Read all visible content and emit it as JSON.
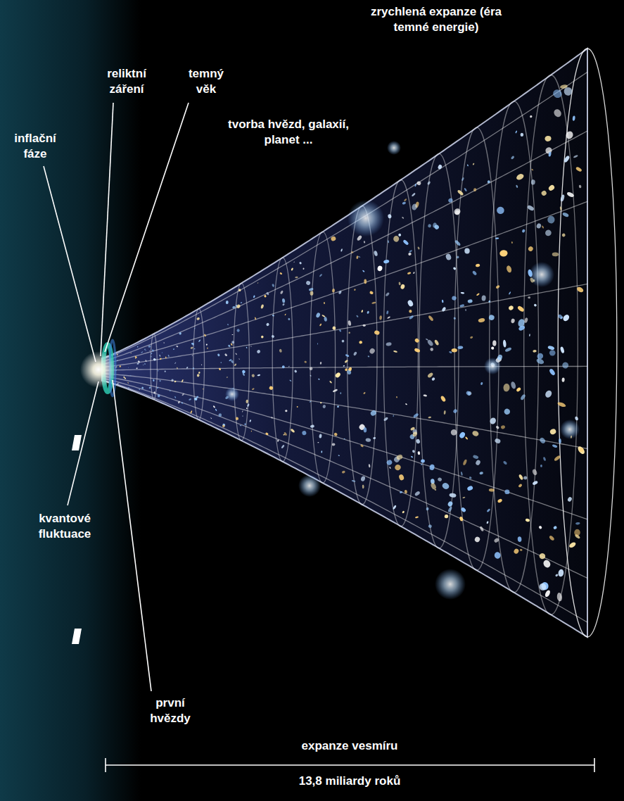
{
  "diagram": {
    "labels": [
      "zrychlená expanze (éra temné energie)",
      "reliktní záření",
      "temný věk",
      "tvorba hvězd, galaxií, planet ...",
      "inflační fáze",
      "kvantové fluktuace",
      "první hvězdy",
      "expanze vesmíru",
      "13,8 miliardy roků"
    ]
  }
}
